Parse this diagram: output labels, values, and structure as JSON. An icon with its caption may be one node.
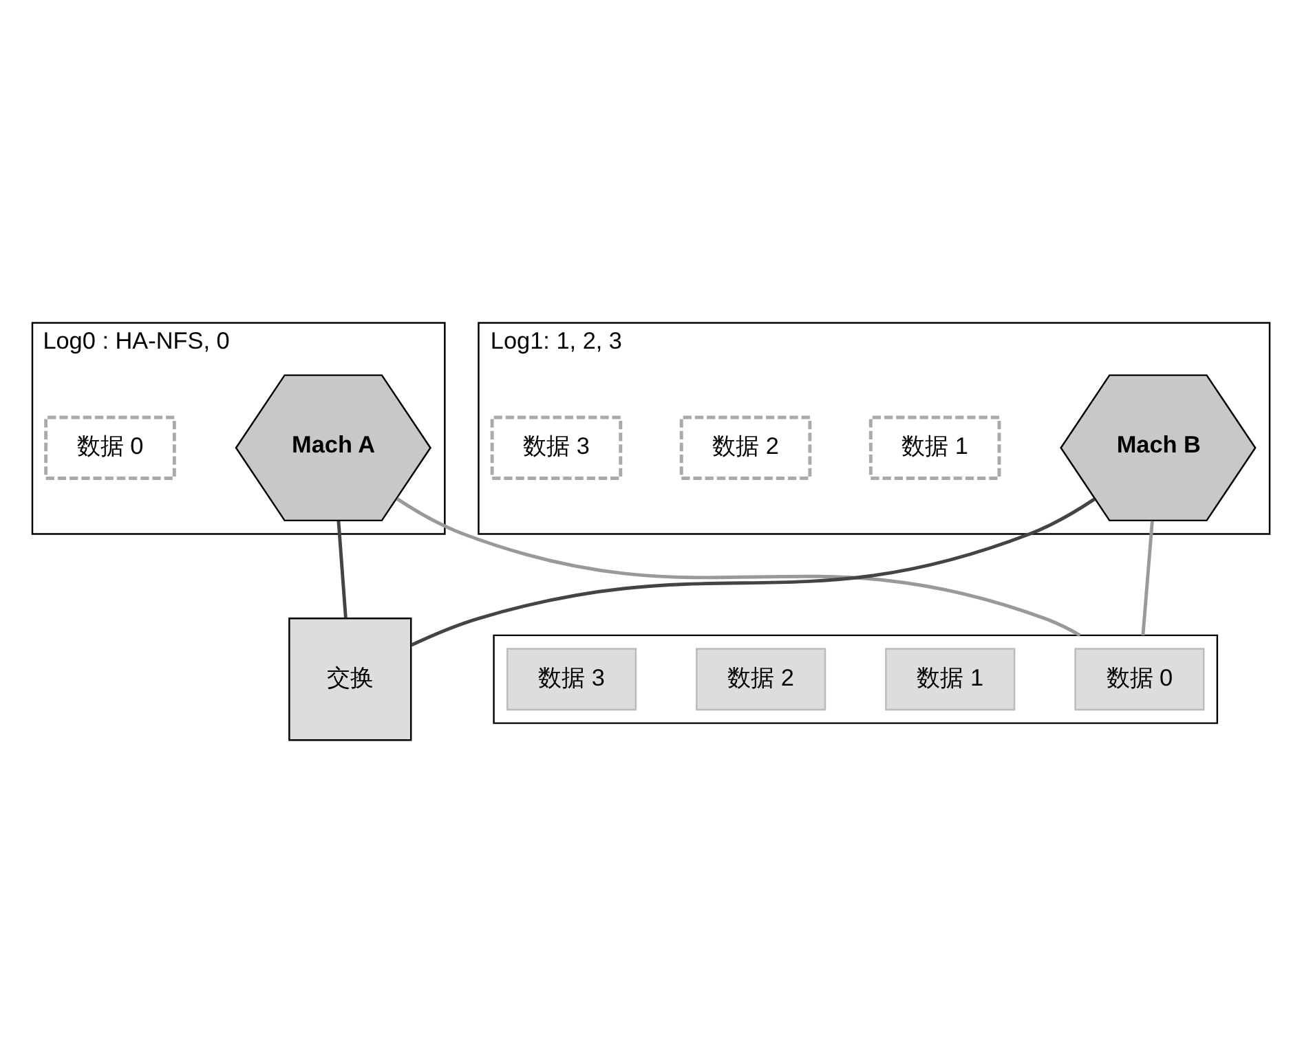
{
  "diagram": {
    "nodes": [
      {
        "text": [
          "Log0 : HA-NFS, 0"
        ]
      },
      {
        "text": [
          "Mach A"
        ],
        "in": 0
      },
      {
        "text": [
          "数据 0"
        ],
        "in": 0
      },
      {
        "text": [
          "交换"
        ]
      },
      {
        "text": [
          "Log1: 1, 2, 3"
        ]
      },
      {
        "text": [
          "Mach B"
        ],
        "in": 4
      },
      {
        "text": [
          "数据 1"
        ],
        "in": 4
      },
      {
        "text": [
          "数据 2"
        ],
        "in": 4
      },
      {
        "text": [
          "数据 3"
        ],
        "in": 4
      },
      {
        "text": [],
        "shape": "box"
      },
      {
        "text": [
          "数据 0"
        ],
        "in": 9
      },
      {
        "text": [
          "数据 1"
        ],
        "in": 9
      },
      {
        "text": [
          "数据 2"
        ],
        "in": 9
      },
      {
        "text": [
          "数据 3"
        ],
        "in": 9
      }
    ],
    "edges": [
      {
        "from": 1,
        "to": 3,
        "arrow": "none"
      },
      {
        "from": 5,
        "to": 3,
        "arrow": "none"
      },
      {
        "from": 1,
        "to": 9,
        "arrow": "none",
        "color": "#999999"
      },
      {
        "from": 5,
        "to": 9,
        "arrow": "none",
        "color": "#999999"
      }
    ]
  }
}
